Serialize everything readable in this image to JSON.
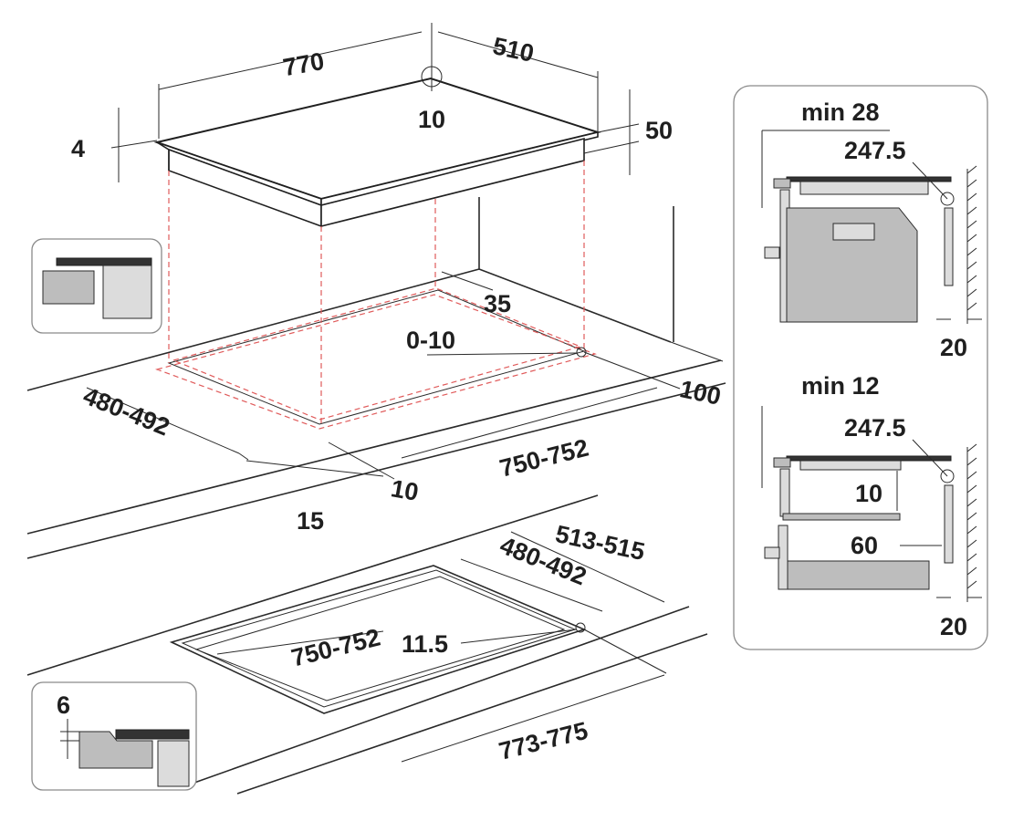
{
  "top_view": {
    "width": "770",
    "depth": "510",
    "corner_radius": "10",
    "glass_thickness": "4",
    "height": "50",
    "clearance_rear": "35",
    "cutout_tolerance": "0-10",
    "wall_distance": "100",
    "cutout_depth": "480-492",
    "cutout_width": "750-752",
    "front_gap": "10",
    "front_distance": "15"
  },
  "flush_view": {
    "outer_depth": "513-515",
    "inner_depth": "480-492",
    "inner_width": "750-752",
    "corner_radius": "11.5",
    "outer_width": "773-775",
    "rebate_depth": "6"
  },
  "side_panel_oven": {
    "label_min": "min 28",
    "label_dim": "247.5",
    "label_gap": "20"
  },
  "side_panel_drawer": {
    "label_min": "min 12",
    "label_dim": "247.5",
    "label_shelf": "10",
    "label_opening": "60",
    "label_gap": "20"
  }
}
